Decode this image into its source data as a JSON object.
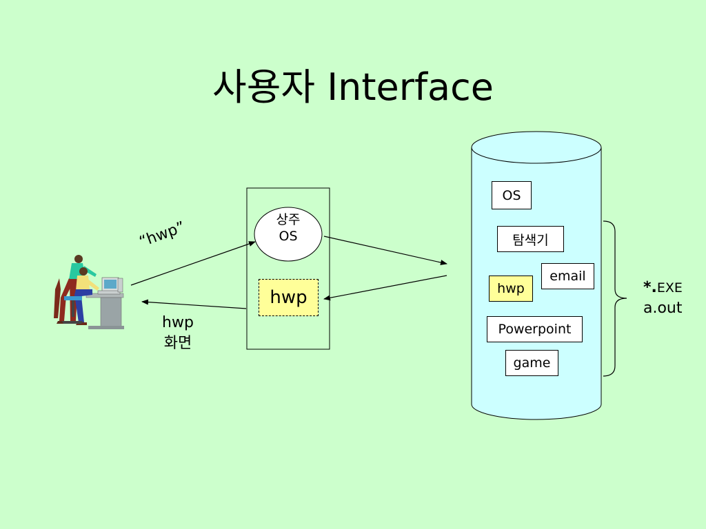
{
  "title": "사용자 Interface",
  "resident": {
    "line1": "상주",
    "line2": "OS"
  },
  "memory_hwp": "hwp",
  "request_label": "“hwp”",
  "screen_label": {
    "line1": "hwp",
    "line2": "화면"
  },
  "disk_items": {
    "os": "OS",
    "explorer": "탐색기",
    "email": "email",
    "hwp": "hwp",
    "powerpoint": "Powerpoint",
    "game": "game"
  },
  "executables": {
    "ext_star": "*.",
    "ext": "EXE",
    "aout": "a.out"
  },
  "colors": {
    "background": "#ccffcc",
    "disk": "#ccffff",
    "highlight": "#ffff99"
  }
}
